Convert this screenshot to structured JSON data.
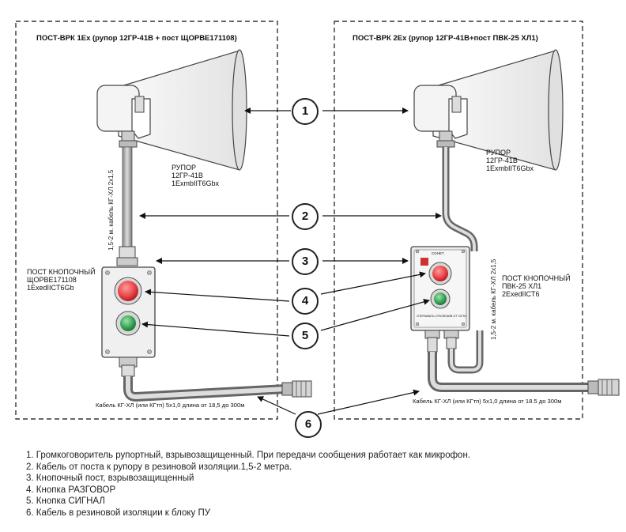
{
  "left_post": {
    "title": "ПОСТ-ВРК 1Ех (рупор 12ГР-41В + пост ЩОРВЕ171108)",
    "horn_label": [
      "РУПОР",
      "12ГР-41В",
      "1ExmbIIT6Gbx"
    ],
    "cable_vertical": "1,5-2 м. кабель КГ-ХЛ 2х1,5",
    "button_post_label": [
      "ПОСТ КНОПОЧНЫЙ",
      "ЩОРВЕ171108",
      "1ExedIICT6Gb"
    ],
    "cable_bottom": "Кабель КГ-ХЛ (или КГтп) 5х1,0 длина от 18,5 до 300м"
  },
  "right_post": {
    "title": "ПОСТ-ВРК 2Ех (рупор 12ГР-41В+пост ПВК-25 ХЛ1)",
    "horn_label": [
      "РУПОР",
      "12ГР-41В",
      "1ExmbIIT6Gbx"
    ],
    "cable_vertical": "1,5-2 м. кабель КГ-ХЛ 2х1,5",
    "button_post_label": [
      "ПОСТ КНОПОЧНЫЙ",
      "ПВК-25 ХЛ1",
      "2ExedIICT6"
    ],
    "cable_bottom": "Кабель КГ-ХЛ (или КГтп) 5х1,0 длина от 18.5 до 300м",
    "box_text_top": "СОНЕТ",
    "box_text_bottom": "ОТКРЫВАТЬ ОТКЛЮЧИВ ОТ СЕТИ"
  },
  "callouts": [
    "1",
    "2",
    "3",
    "4",
    "5",
    "6"
  ],
  "legend": [
    "1. Громкоговоритель рупортный, взрывозащищенный. При передачи сообщения работает как микрофон.",
    "2. Кабель от поста к рупору в резиновой изоляции.1,5-2 метра.",
    "3. Кнопочный пост, взрывозащищенный",
    "4. Кнопка РАЗГОВОР",
    "5. Кнопка СИГНАЛ",
    "6. Кабель в резиновой изоляции к блоку ПУ"
  ],
  "colors": {
    "red_button": "#e8454a",
    "green_button": "#3aa55a",
    "housing": "#f2f2f2",
    "outline": "#333333"
  }
}
